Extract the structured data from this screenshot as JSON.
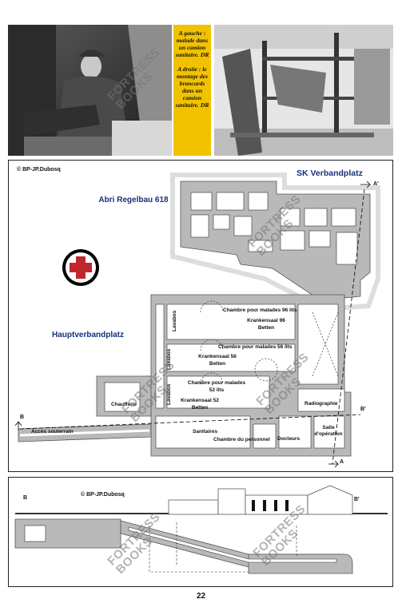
{
  "captions": {
    "left": "A gauche : malade dans un camion sanitaire. DR",
    "right": "A droite : le montage des brancards dans un camion sanitaire. DR"
  },
  "plan": {
    "copyright": "© BP-JP.Dubosq",
    "sk_title": "SK Verbandplatz",
    "abri_title": "Abri Regelbau 618",
    "haupt_title": "Hauptverbandplatz",
    "section_a_top": "A'",
    "section_a_bottom": "A",
    "section_b_left": "B",
    "section_b_right": "B'",
    "rooms": {
      "room1_fr": "Chambre pour malades 96 lits",
      "room1_de": "Krankensaal 96 Betten",
      "room2_fr": "Chambre pour malades 56 lits",
      "room2_de": "Krankensaal 56 Betten",
      "room3_fr": "Chambre pour malades 52 lits",
      "room3_de": "Krankensaal 52 Betten",
      "lavabos": "Lavabos",
      "chaufferie": "Chaufferie",
      "radiographie": "Radiographie",
      "salle_operation": "Salle d'opération",
      "sanitaires": "Sanitaires",
      "chambre_personnel": "Chambre du personnel",
      "docteurs": "Docteurs",
      "acces": "Accès souterrain"
    }
  },
  "section": {
    "copyright": "© BP-JP.Dubosq",
    "left_mark": "B",
    "right_mark": "B'"
  },
  "watermark": {
    "line1": "FORTRESS",
    "line2": "BOOKS"
  },
  "page_number": "22",
  "colors": {
    "caption_bg": "#f2c200",
    "title_blue": "#1a2f7a",
    "cross_red": "#c0272d",
    "concrete": "#b9b9b9"
  }
}
